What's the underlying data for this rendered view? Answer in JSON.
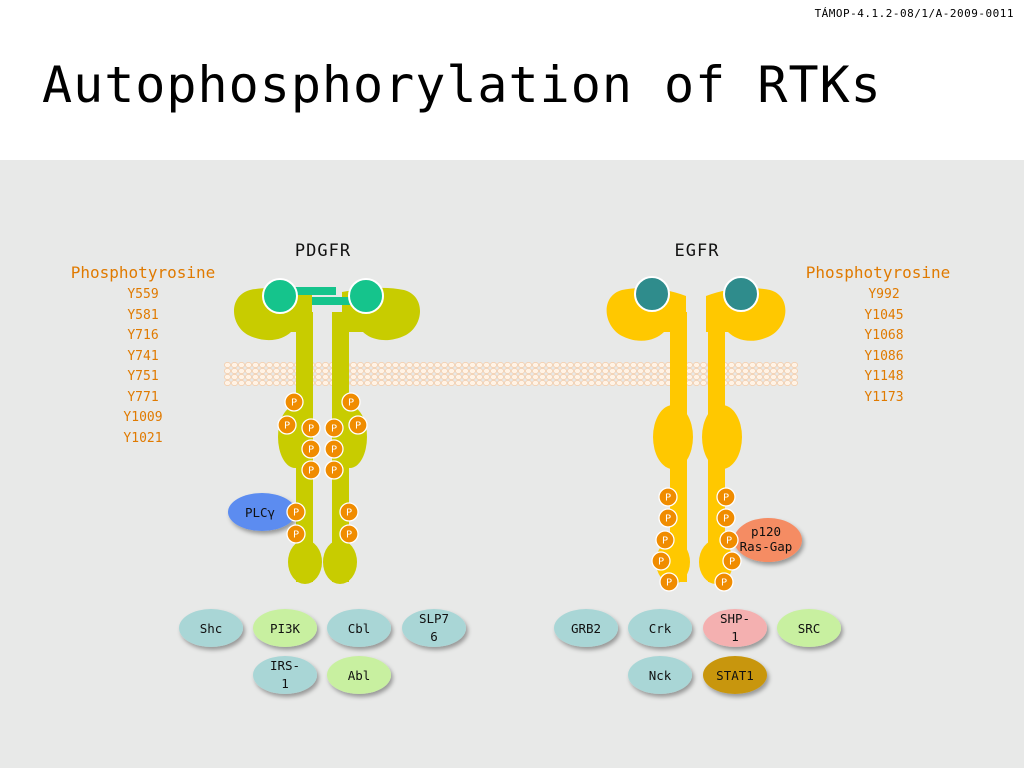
{
  "header": {
    "code": "TÁMOP-4.1.2-08/1/A-2009-0011",
    "title": "Autophosphorylation of RTKs"
  },
  "receptors": {
    "pdgfr": "PDGFR",
    "egfr": "EGFR"
  },
  "pdgfr_sites": {
    "heading": "Phosphotyrosine",
    "items": [
      "Y559",
      "Y581",
      "Y716",
      "Y741",
      "Y751",
      "Y771",
      "Y1009",
      "Y1021"
    ]
  },
  "egfr_sites": {
    "heading": "Phosphotyrosine",
    "items": [
      "Y992",
      "Y1045",
      "Y1068",
      "Y1086",
      "Y1148",
      "Y1173"
    ]
  },
  "phospho_label": "P",
  "bound": {
    "plc": "PLCγ",
    "rasgap_line1": "p120",
    "rasgap_line2": "Ras-Gap"
  },
  "pdgfr_partners": {
    "shc": "Shc",
    "pi3k": "PI3K",
    "cbl": "Cbl",
    "slp76_line1": "SLP7",
    "slp76_line2": "6",
    "irs1_line1": "IRS-",
    "irs1_line2": "1",
    "abl": "Abl"
  },
  "egfr_partners": {
    "grb2": "GRB2",
    "crk": "Crk",
    "shp1_line1": "SHP-",
    "shp1_line2": "1",
    "src": "SRC",
    "nck": "Nck",
    "stat1": "STAT1"
  },
  "colors": {
    "pdgfr_body": "#c8cc00",
    "egfr_body": "#ffc800",
    "ligand_pdgf": "#15c48c",
    "ligand_egf": "#2f8c8c",
    "phospho": "#f08c00",
    "site_text": "#e07a00",
    "plc": "#5b8cf0",
    "rasgap": "#f58c64",
    "partner_blue": "#a9d6d6",
    "partner_green": "#c8f0a0",
    "partner_pink": "#f4b0b0",
    "partner_gold": "#c8960a"
  }
}
